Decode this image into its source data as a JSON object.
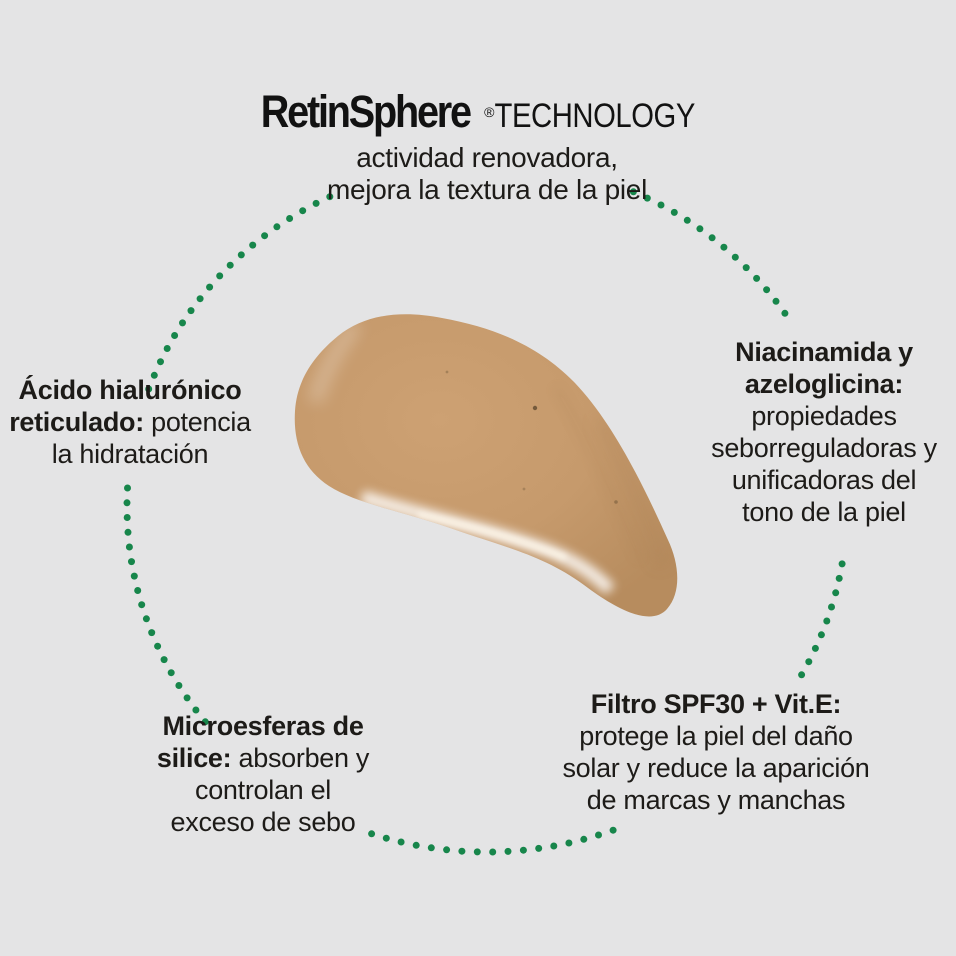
{
  "colors": {
    "background": "#e4e4e5",
    "dot_green": "#17864b",
    "text": "#1d1b18",
    "swatch_light": "#cda173",
    "swatch_main": "#c69a6c",
    "swatch_edge": "#b78c5e",
    "swatch_highlight": "#fdf6e9"
  },
  "logo": {
    "brand": "RetinSphere",
    "registered": "®",
    "suffix": "TECHNOLOGY"
  },
  "labels": {
    "retinsphere": {
      "tag1": "actividad renovadora,",
      "tag2": "mejora la textura de la piel"
    },
    "acido": {
      "l1_bold": "Ácido hialurónico",
      "l2_bold": "reticulado:",
      "l2_rest": " potencia",
      "l3": "la hidratación"
    },
    "niacinamida": {
      "l1_bold": "Niacinamida y",
      "l2_bold": "azeloglicina:",
      "l3": "propiedades",
      "l4": "seborreguladoras y",
      "l5": "unificadoras del",
      "l6": "tono de la piel"
    },
    "microesferas": {
      "l1_bold": "Microesferas de",
      "l2_bold": "silice:",
      "l2_rest": " absorben y",
      "l3": "controlan el",
      "l4": "exceso de sebo"
    },
    "filtro": {
      "l1_bold": "Filtro SPF30 + Vit.E:",
      "l2": "protege la piel del daño",
      "l3": "solar y reduce la aparición",
      "l4": "de marcas y manchas"
    }
  }
}
